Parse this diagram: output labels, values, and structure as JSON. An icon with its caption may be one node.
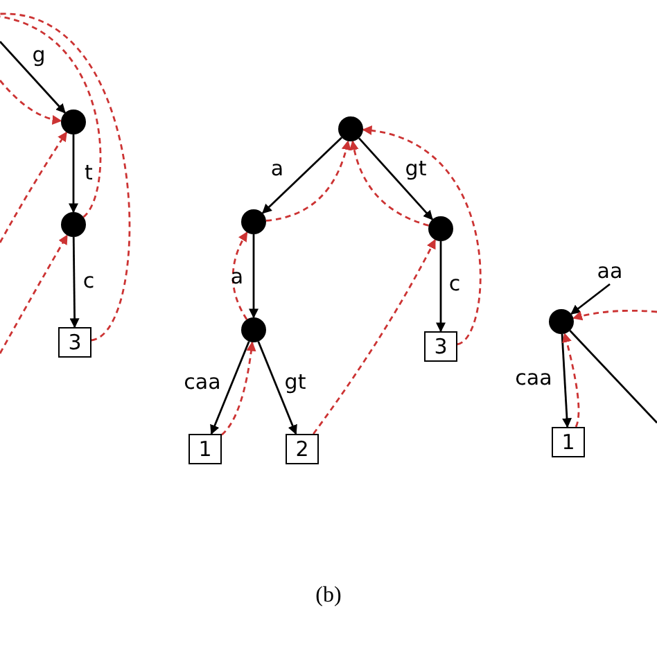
{
  "diagram": {
    "nodes": [
      {
        "text": [],
        "shape": "circle"
      },
      {
        "text": [],
        "shape": "circle"
      },
      {
        "text": [
          "3"
        ]
      },
      {
        "text": [],
        "shape": "circle"
      },
      {
        "text": [],
        "shape": "circle"
      },
      {
        "text": [],
        "shape": "circle"
      },
      {
        "text": [],
        "shape": "circle"
      },
      {
        "text": [
          "1"
        ]
      },
      {
        "text": [
          "2"
        ]
      },
      {
        "text": [
          "3"
        ]
      },
      {
        "text": [],
        "shape": "circle"
      },
      {
        "text": [
          "1"
        ]
      }
    ],
    "edges": [
      {
        "from": null,
        "to": 0,
        "arrow": "to",
        "label": "g",
        "color": "#000000"
      },
      {
        "from": 0,
        "to": 1,
        "arrow": "to",
        "label": "t",
        "color": "#000000"
      },
      {
        "from": 1,
        "to": 2,
        "arrow": "to",
        "label": "c",
        "color": "#000000"
      },
      {
        "from": null,
        "to": 0,
        "arrow": "to",
        "style": "dashed"
      },
      {
        "from": null,
        "to": 0,
        "arrow": "to",
        "style": "dashed"
      },
      {
        "from": null,
        "to": 1,
        "arrow": "to",
        "style": "dashed"
      },
      {
        "from": 1,
        "to": null,
        "arrow": "none",
        "style": "dashed"
      },
      {
        "from": 2,
        "to": null,
        "arrow": "none",
        "style": "dashed"
      },
      {
        "from": 3,
        "to": 4,
        "arrow": "to",
        "label": "a",
        "color": "#000000"
      },
      {
        "from": 3,
        "to": 5,
        "arrow": "to",
        "label": "gt",
        "color": "#000000"
      },
      {
        "from": 4,
        "to": 6,
        "arrow": "to",
        "label": "a",
        "color": "#000000"
      },
      {
        "from": 6,
        "to": 7,
        "arrow": "to",
        "label": "caa",
        "color": "#000000"
      },
      {
        "from": 6,
        "to": 8,
        "arrow": "to",
        "label": "gt",
        "color": "#000000"
      },
      {
        "from": 5,
        "to": 9,
        "arrow": "to",
        "label": "c",
        "color": "#000000"
      },
      {
        "from": 4,
        "to": 3,
        "arrow": "to",
        "style": "dashed"
      },
      {
        "from": 5,
        "to": 3,
        "arrow": "to",
        "style": "dashed"
      },
      {
        "from": 9,
        "to": 3,
        "arrow": "to",
        "style": "dashed"
      },
      {
        "from": 6,
        "to": 4,
        "arrow": "to",
        "style": "dashed"
      },
      {
        "from": 7,
        "to": 6,
        "arrow": "to",
        "style": "dashed"
      },
      {
        "from": 8,
        "to": 5,
        "arrow": "to",
        "style": "dashed"
      },
      {
        "from": null,
        "to": 10,
        "arrow": "to",
        "label": "aa",
        "color": "#000000"
      },
      {
        "from": 10,
        "to": 11,
        "arrow": "to",
        "label": "caa",
        "color": "#000000"
      },
      {
        "from": 10,
        "to": null,
        "arrow": "none",
        "color": "#000000"
      },
      {
        "from": null,
        "to": 10,
        "arrow": "to",
        "style": "dashed"
      },
      {
        "from": 11,
        "to": 10,
        "arrow": "to",
        "style": "dashed"
      }
    ],
    "labels": [
      "(b)"
    ]
  }
}
